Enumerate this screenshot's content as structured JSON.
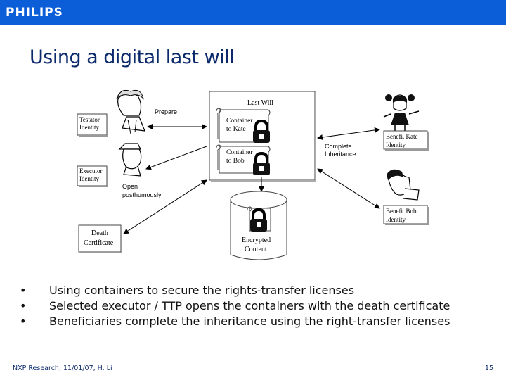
{
  "header": {
    "logo_text": "PHILIPS",
    "brand_color": "#0b5ed7"
  },
  "slide": {
    "title": "Using a digital last will",
    "title_color": "#0c2a6b"
  },
  "diagram": {
    "testator_box": [
      "Testator",
      "Identity"
    ],
    "executor_box": [
      "Executor",
      "Identity"
    ],
    "death_box": [
      "Death",
      "Certificate"
    ],
    "last_will_label": "Last Will",
    "container_kate": [
      "Container",
      "to Kate"
    ],
    "container_bob": [
      "Container",
      "to Bob"
    ],
    "encrypted_label": [
      "Encrypted",
      "Content"
    ],
    "prepare_label": "Prepare",
    "open_label": [
      "Open",
      "posthumously"
    ],
    "complete_label": [
      "Complete",
      "Inheritance"
    ],
    "kate_box": [
      "Benefi. Kate",
      "Identity"
    ],
    "bob_box": [
      "Benefi. Bob",
      "Identity"
    ],
    "icons": [
      "testator-person-icon",
      "executor-person-icon",
      "girl-person-icon",
      "boy-person-icon",
      "lock-icon",
      "database-cylinder-icon"
    ]
  },
  "bullets": [
    {
      "marker": "•",
      "text": "Using containers to secure the rights-transfer licenses"
    },
    {
      "marker": "•",
      "text": "Selected executor / TTP opens the containers with the death certificate"
    },
    {
      "marker": "•",
      "text": "Beneficiaries complete the inheritance using the right-transfer licenses"
    }
  ],
  "footer": {
    "left": "NXP Research, 11/01/07, H. Li",
    "page_number": "15"
  }
}
